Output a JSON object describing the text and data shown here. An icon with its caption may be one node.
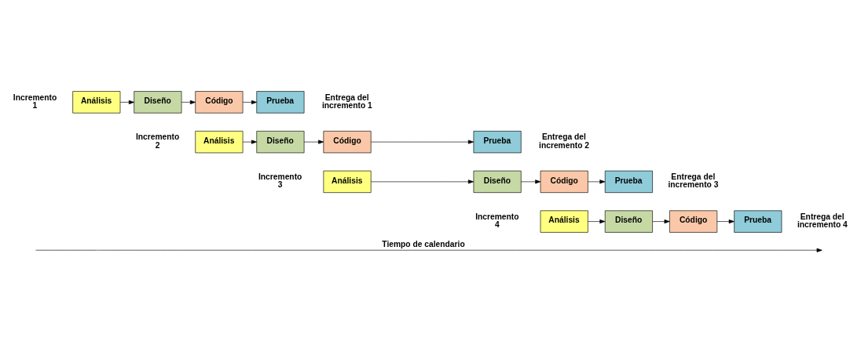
{
  "diagram": {
    "nodes": [
      {
        "text": [
          "Análisis"
        ]
      },
      {
        "text": [
          "Diseño"
        ]
      },
      {
        "text": [
          "Código"
        ]
      },
      {
        "text": [
          "Prueba"
        ]
      },
      {
        "text": [
          "Análisis"
        ]
      },
      {
        "text": [
          "Diseño"
        ]
      },
      {
        "text": [
          "Código"
        ]
      },
      {
        "text": [
          "Prueba"
        ]
      },
      {
        "text": [
          "Análisis"
        ]
      },
      {
        "text": [
          "Diseño"
        ]
      },
      {
        "text": [
          "Código"
        ]
      },
      {
        "text": [
          "Prueba"
        ]
      },
      {
        "text": [
          "Análisis"
        ]
      },
      {
        "text": [
          "Diseño"
        ]
      },
      {
        "text": [
          "Código"
        ]
      },
      {
        "text": [
          "Prueba"
        ]
      }
    ],
    "edges": [
      {
        "from": 0,
        "to": 1,
        "arrow": "to"
      },
      {
        "from": 1,
        "to": 2,
        "arrow": "to"
      },
      {
        "from": 2,
        "to": 3,
        "arrow": "to"
      },
      {
        "from": 4,
        "to": 5,
        "arrow": "to"
      },
      {
        "from": 5,
        "to": 6,
        "arrow": "to"
      },
      {
        "from": 6,
        "to": 7,
        "arrow": "to"
      },
      {
        "from": 8,
        "to": 9,
        "arrow": "to"
      },
      {
        "from": 9,
        "to": 10,
        "arrow": "to"
      },
      {
        "from": 10,
        "to": 11,
        "arrow": "to"
      },
      {
        "from": 12,
        "to": 13,
        "arrow": "to"
      },
      {
        "from": 13,
        "to": 14,
        "arrow": "to"
      },
      {
        "from": 14,
        "to": 15,
        "arrow": "to"
      }
    ],
    "labels": [
      "Incremento 1",
      "Entrega del incremento 1",
      "Incremento 2",
      "Entrega del incremento 2",
      "Incremento 3",
      "Entrega del incremento 3",
      "Incremento 4",
      "Entrega del incremento 4",
      "Tiempo de calendario"
    ]
  }
}
